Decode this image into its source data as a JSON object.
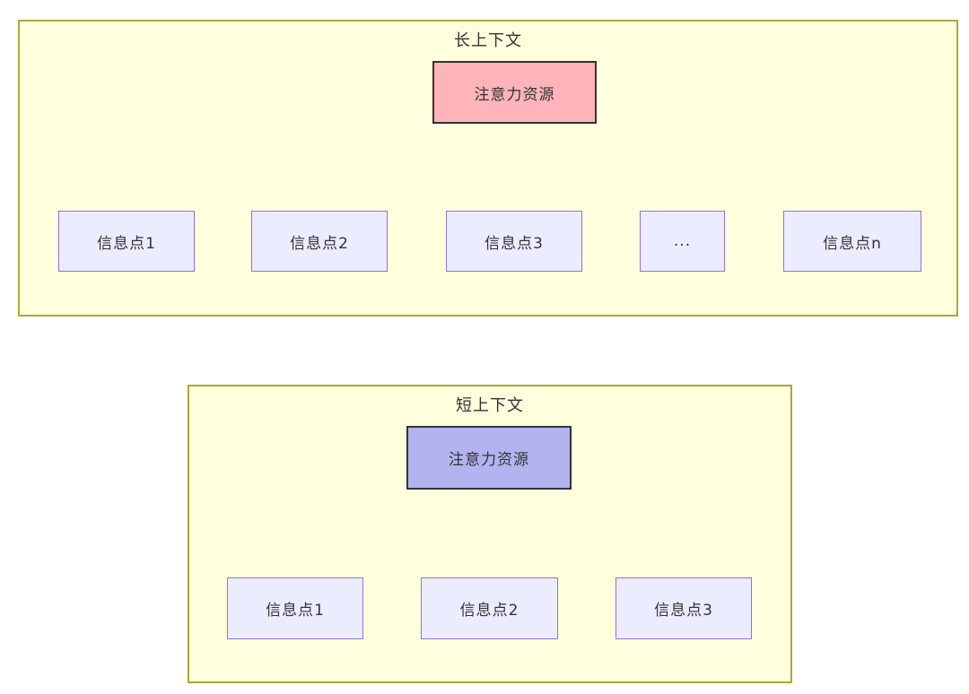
{
  "panels": [
    {
      "title": "长上下文",
      "root_label": "注意力资源",
      "children": [
        {
          "label": "信息点1"
        },
        {
          "label": "信息点2"
        },
        {
          "label": "信息点3"
        },
        {
          "label": "..."
        },
        {
          "label": "信息点n"
        }
      ]
    },
    {
      "title": "短上下文",
      "root_label": "注意力资源",
      "children": [
        {
          "label": "信息点1"
        },
        {
          "label": "信息点2"
        },
        {
          "label": "信息点3"
        }
      ]
    }
  ],
  "colors": {
    "panel_fill": "#ffffde",
    "panel_border": "#aaaa33",
    "node_fill": "#ececff",
    "node_border": "#9370db",
    "root_long_fill": "#ffb3ba",
    "root_short_fill": "#b3b3f0",
    "edge_stroke": "#333333",
    "text": "#333333"
  }
}
